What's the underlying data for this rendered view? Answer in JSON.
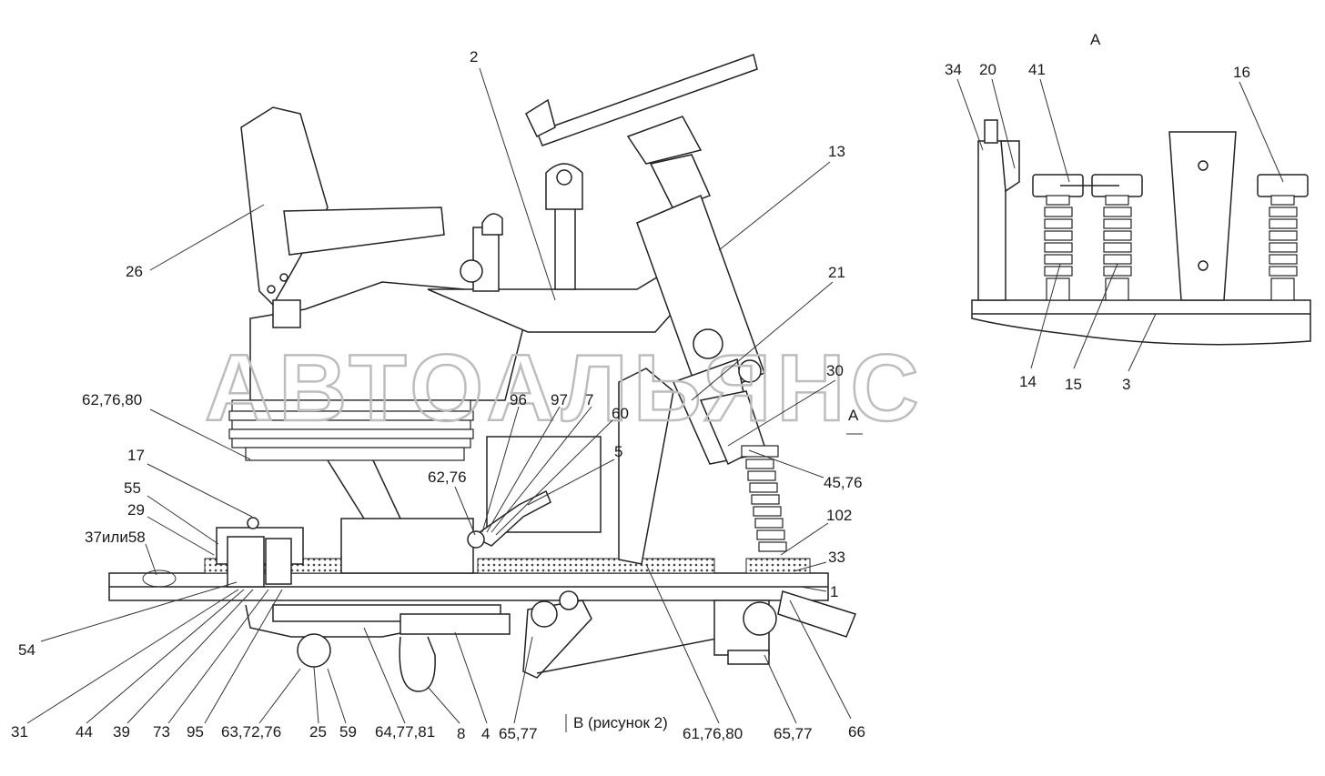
{
  "watermark": "АВТОАЛЬЯНС",
  "view_label_a": "A",
  "section_arrow_label": "A",
  "view_b_note": "В (рисунок 2)",
  "callouts": [
    {
      "id": "c2",
      "text": "2"
    },
    {
      "id": "c13",
      "text": "13"
    },
    {
      "id": "c21",
      "text": "21"
    },
    {
      "id": "c26",
      "text": "26"
    },
    {
      "id": "c30",
      "text": "30"
    },
    {
      "id": "c62_76_80",
      "text": "62,76,80"
    },
    {
      "id": "c96",
      "text": "96"
    },
    {
      "id": "c97",
      "text": "97"
    },
    {
      "id": "c7",
      "text": "7"
    },
    {
      "id": "c60",
      "text": "60"
    },
    {
      "id": "c5",
      "text": "5"
    },
    {
      "id": "c62_76",
      "text": "62,76"
    },
    {
      "id": "c45_76",
      "text": "45,76"
    },
    {
      "id": "c102",
      "text": "102"
    },
    {
      "id": "c33",
      "text": "33"
    },
    {
      "id": "c1",
      "text": "1"
    },
    {
      "id": "c17",
      "text": "17"
    },
    {
      "id": "c55",
      "text": "55"
    },
    {
      "id": "c29",
      "text": "29"
    },
    {
      "id": "c37_58",
      "text": "37или58"
    },
    {
      "id": "c54",
      "text": "54"
    },
    {
      "id": "c31",
      "text": "31"
    },
    {
      "id": "c44",
      "text": "44"
    },
    {
      "id": "c39",
      "text": "39"
    },
    {
      "id": "c73",
      "text": "73"
    },
    {
      "id": "c95",
      "text": "95"
    },
    {
      "id": "c63_72_76",
      "text": "63,72,76"
    },
    {
      "id": "c25",
      "text": "25"
    },
    {
      "id": "c59",
      "text": "59"
    },
    {
      "id": "c64_77_81",
      "text": "64,77,81"
    },
    {
      "id": "c8",
      "text": "8"
    },
    {
      "id": "c4",
      "text": "4"
    },
    {
      "id": "c65_77a",
      "text": "65,77"
    },
    {
      "id": "c61_76_80",
      "text": "61,76,80"
    },
    {
      "id": "c65_77b",
      "text": "65,77"
    },
    {
      "id": "c66",
      "text": "66"
    },
    {
      "id": "c34",
      "text": "34"
    },
    {
      "id": "c20",
      "text": "20"
    },
    {
      "id": "c41",
      "text": "41"
    },
    {
      "id": "c16",
      "text": "16"
    },
    {
      "id": "c14",
      "text": "14"
    },
    {
      "id": "c15",
      "text": "15"
    },
    {
      "id": "c3",
      "text": "3"
    }
  ]
}
